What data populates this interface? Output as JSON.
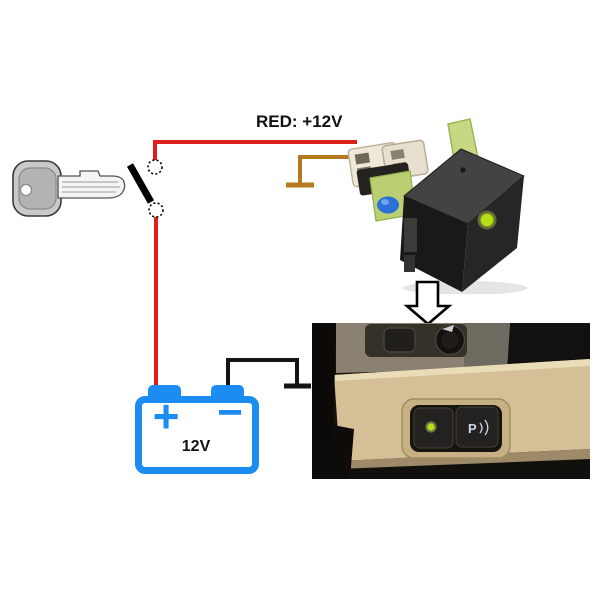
{
  "labels": {
    "red_wire": "RED: +12V"
  },
  "battery": {
    "plus": "+",
    "minus": "−",
    "voltage": "12V"
  },
  "dashboard": {
    "parking_button_label": "P"
  },
  "colors": {
    "wire_red": "#de201c",
    "wire_black": "#141414",
    "ground_brown": "#b5791f",
    "battery_blue": "#1b8df2",
    "led_green": "#b5e018",
    "dash_tan": "#d5bf97",
    "button_black": "#232220"
  },
  "icons": {
    "key": "car-key-icon",
    "switch": "ignition-switch-symbol",
    "ground_brown": "chassis-ground-symbol-brown",
    "ground_black": "chassis-ground-symbol-black",
    "button_module": "push-button-led-module-photo",
    "arrow": "down-arrow-icon",
    "dashboard_photo": "dashboard-buttons-photo",
    "led": "green-led-indicator"
  }
}
